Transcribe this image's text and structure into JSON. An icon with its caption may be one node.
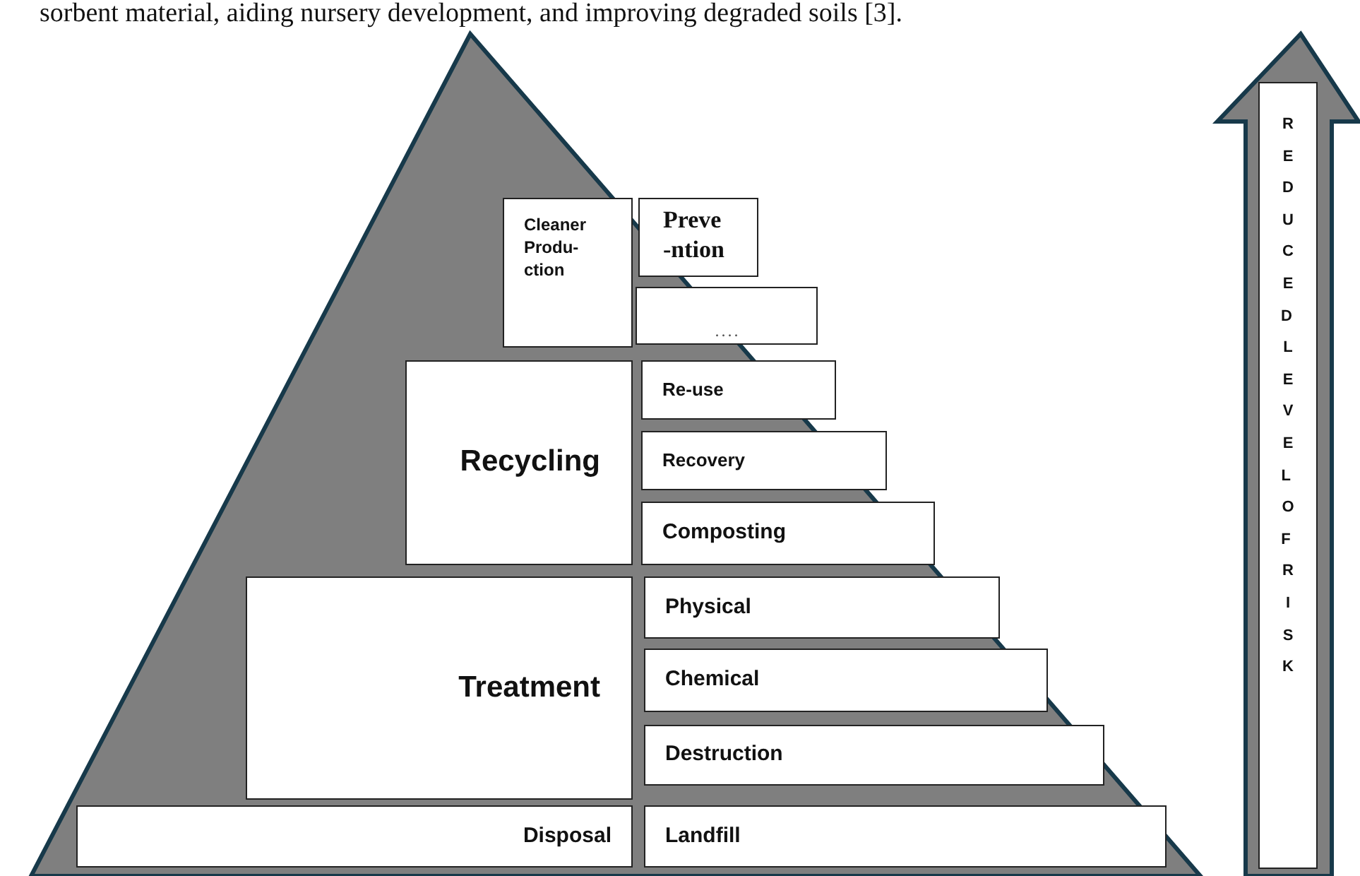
{
  "diagram": {
    "nodes": [
      {
        "text": [
          "Cleaner Produ- ction"
        ]
      },
      {
        "text": [
          "Preve -ntion"
        ]
      },
      {
        "text": [
          ". . . ."
        ]
      },
      {
        "text": [
          "Recycling"
        ]
      },
      {
        "text": [
          "Re-use"
        ]
      },
      {
        "text": [
          "Recovery"
        ]
      },
      {
        "text": [
          "Composting"
        ]
      },
      {
        "text": [
          "Treatment"
        ]
      },
      {
        "text": [
          "Physical"
        ]
      },
      {
        "text": [
          "Chemical"
        ]
      },
      {
        "text": [
          "Destruction"
        ]
      },
      {
        "text": [
          "Disposal"
        ]
      },
      {
        "text": [
          "Landfill"
        ]
      },
      {
        "text": [
          "REDUCED LEVEL OF RISK"
        ]
      }
    ],
    "edges": [],
    "labels": [
      "sorbent material, aiding nursery development, and improving degraded soils [3]."
    ]
  }
}
